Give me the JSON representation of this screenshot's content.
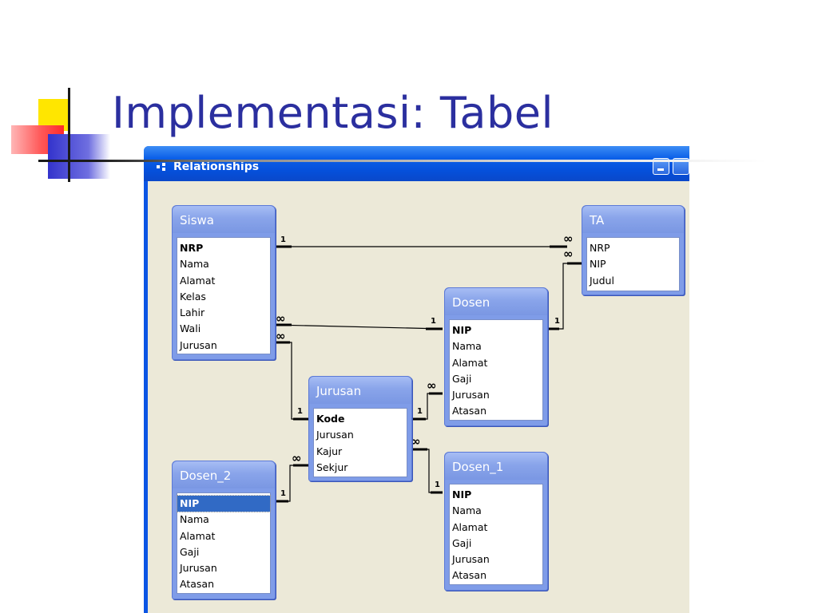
{
  "slide": {
    "title": "Implementasi: Tabel"
  },
  "window": {
    "title": "Relationships",
    "icon": "relationships-icon"
  },
  "tables": {
    "siswa": {
      "name": "Siswa",
      "fields": [
        "NRP",
        "Nama",
        "Alamat",
        "Kelas",
        "Lahir",
        "Wali",
        "Jurusan"
      ]
    },
    "ta": {
      "name": "TA",
      "fields": [
        "NRP",
        "NIP",
        "Judul"
      ]
    },
    "dosen": {
      "name": "Dosen",
      "fields": [
        "NIP",
        "Nama",
        "Alamat",
        "Gaji",
        "Jurusan",
        "Atasan"
      ]
    },
    "jurusan": {
      "name": "Jurusan",
      "fields": [
        "Kode",
        "Jurusan",
        "Kajur",
        "Sekjur"
      ]
    },
    "dosen_2": {
      "name": "Dosen_2",
      "fields": [
        "NIP",
        "Nama",
        "Alamat",
        "Gaji",
        "Jurusan",
        "Atasan"
      ]
    },
    "dosen_1": {
      "name": "Dosen_1",
      "fields": [
        "NIP",
        "Nama",
        "Alamat",
        "Gaji",
        "Jurusan",
        "Atasan"
      ]
    }
  },
  "cardinality": {
    "one": "1",
    "many": "∞"
  },
  "colors": {
    "title": "#2b2f9f",
    "window_blue": "#0b55e4",
    "table_header": "#89a4ea",
    "canvas": "#ece9d8"
  }
}
